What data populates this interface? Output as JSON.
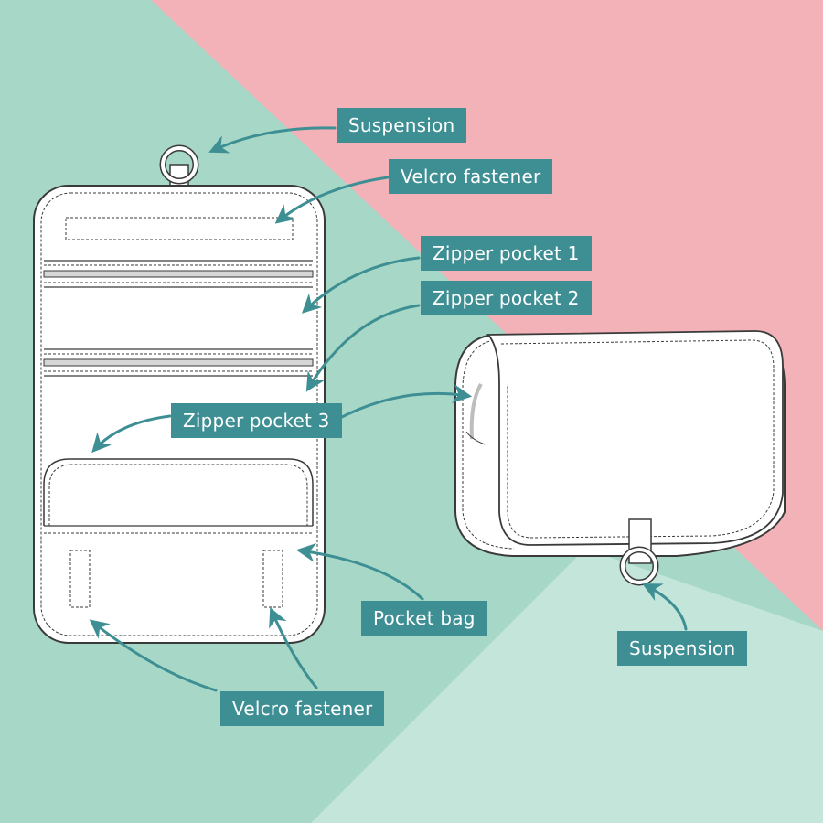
{
  "colors": {
    "mint": "#a7d7c6",
    "light_mint": "#c3e5da",
    "pink": "#f2b2b7",
    "label_bg": "#3e8f94",
    "label_text": "#ffffff",
    "outline": "#3a3a3a",
    "bag_fill": "#ffffff"
  },
  "labels": {
    "suspension_top": "Suspension",
    "velcro_top": "Velcro fastener",
    "zipper_pocket_1": "Zipper pocket 1",
    "zipper_pocket_2": "Zipper pocket 2",
    "zipper_pocket_3": "Zipper pocket 3",
    "pocket_bag": "Pocket bag",
    "suspension_right": "Suspension",
    "velcro_bottom": "Velcro fastener"
  }
}
